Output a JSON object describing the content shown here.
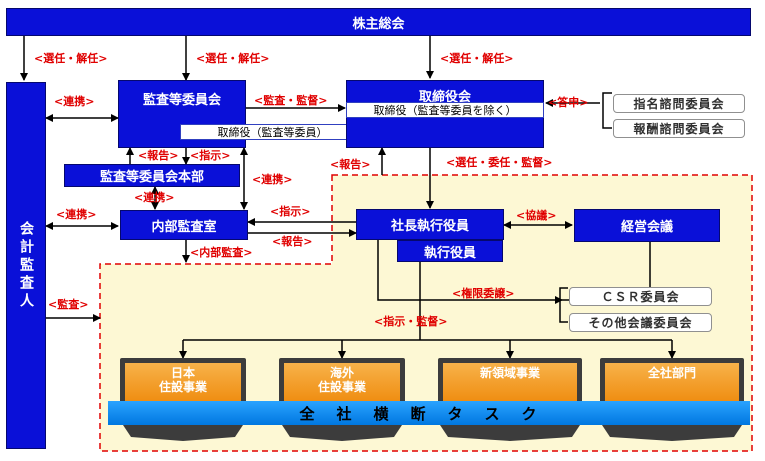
{
  "shareholders": "株主総会",
  "auditor": "会計監査人",
  "audit_committee": "監査等委員会",
  "board": "取締役会",
  "board_inner_director": "取締役（監査等委員を除く）",
  "committee_inner_director": "取締役（監査等委員）",
  "committee_office": "監査等委員会本部",
  "internal_audit": "内部監査室",
  "president": "社長執行役員",
  "officers": "執行役員",
  "management_meeting": "経営会議",
  "advisory": [
    "指名諮問委員会",
    "報酬諮問委員会"
  ],
  "subcommittees": [
    "ＣＳＲ委員会",
    "その他会議委員会"
  ],
  "businesses": [
    "日本\n住設事業",
    "海外\n住設事業",
    "新領域事業",
    "全社部門"
  ],
  "cross_task": "全社横断タスク",
  "labels": {
    "elect1": "<選任・解任>",
    "elect2": "<選任・解任>",
    "elect3": "<選任・解任>",
    "coop1": "<連携>",
    "coop2": "<連携>",
    "coop3": "<連携>",
    "coop4": "<連携>",
    "audit_supervise": "<監査・監督>",
    "report_answer": "<答申>",
    "report1": "<報告>",
    "report2": "<報告>",
    "report3": "<報告>",
    "instruct1": "<指示>",
    "instruct2": "<指示>",
    "elect_delegate": "<選任・委任・監督>",
    "consult": "<協議>",
    "internal_audit_lbl": "<内部監査>",
    "audit": "<監査>",
    "delegation": "<権限委譲>",
    "instruct_supervise": "<指示・監督>"
  },
  "colors": {
    "box_blue": "#0a10d8",
    "label_red": "#e00000",
    "zone_fill": "#fdf8d4",
    "zone_border": "#e00000",
    "business_orange": "#f29a1e",
    "band_blue": "#1a8ff0"
  }
}
